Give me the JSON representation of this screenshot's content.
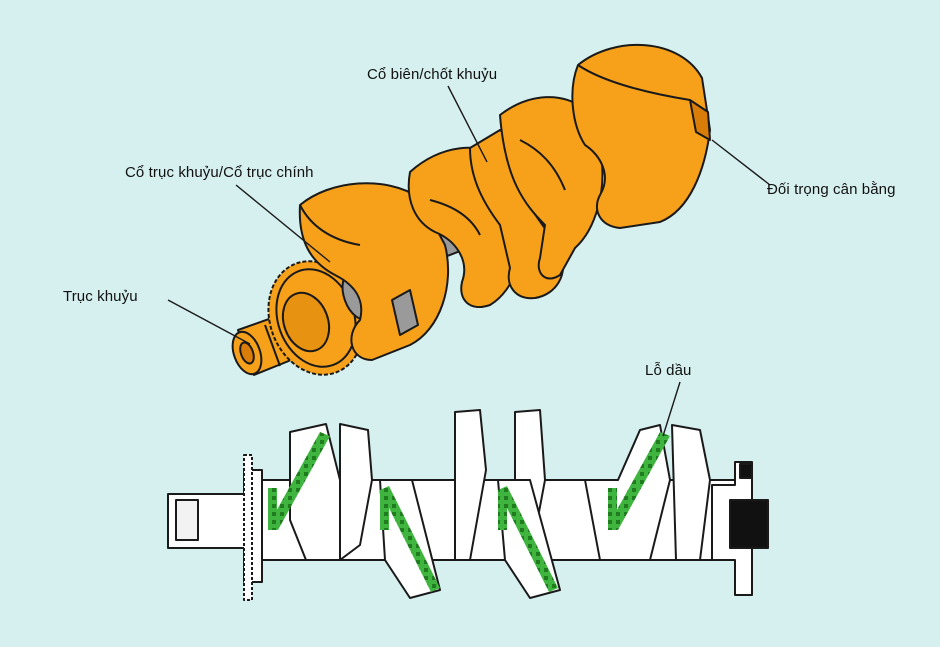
{
  "labels": {
    "connecting_rod_journal": "Cổ biên/chốt khuỷu",
    "main_journal": "Cổ trục khuỷu/Cổ trục chính",
    "crankshaft": "Trục khuỷu",
    "counterweight": "Đối trọng cân bằng",
    "oil_hole": "Lỗ dầu"
  },
  "colors": {
    "background": "#d6efef",
    "crank_orange": "#f7a11b",
    "crank_shadow": "#d97d08",
    "journal_gray": "#9a9a9a",
    "section_fill": "#ffffff",
    "outline": "#1a1a1a",
    "oil_passage": "#3fb53f"
  }
}
